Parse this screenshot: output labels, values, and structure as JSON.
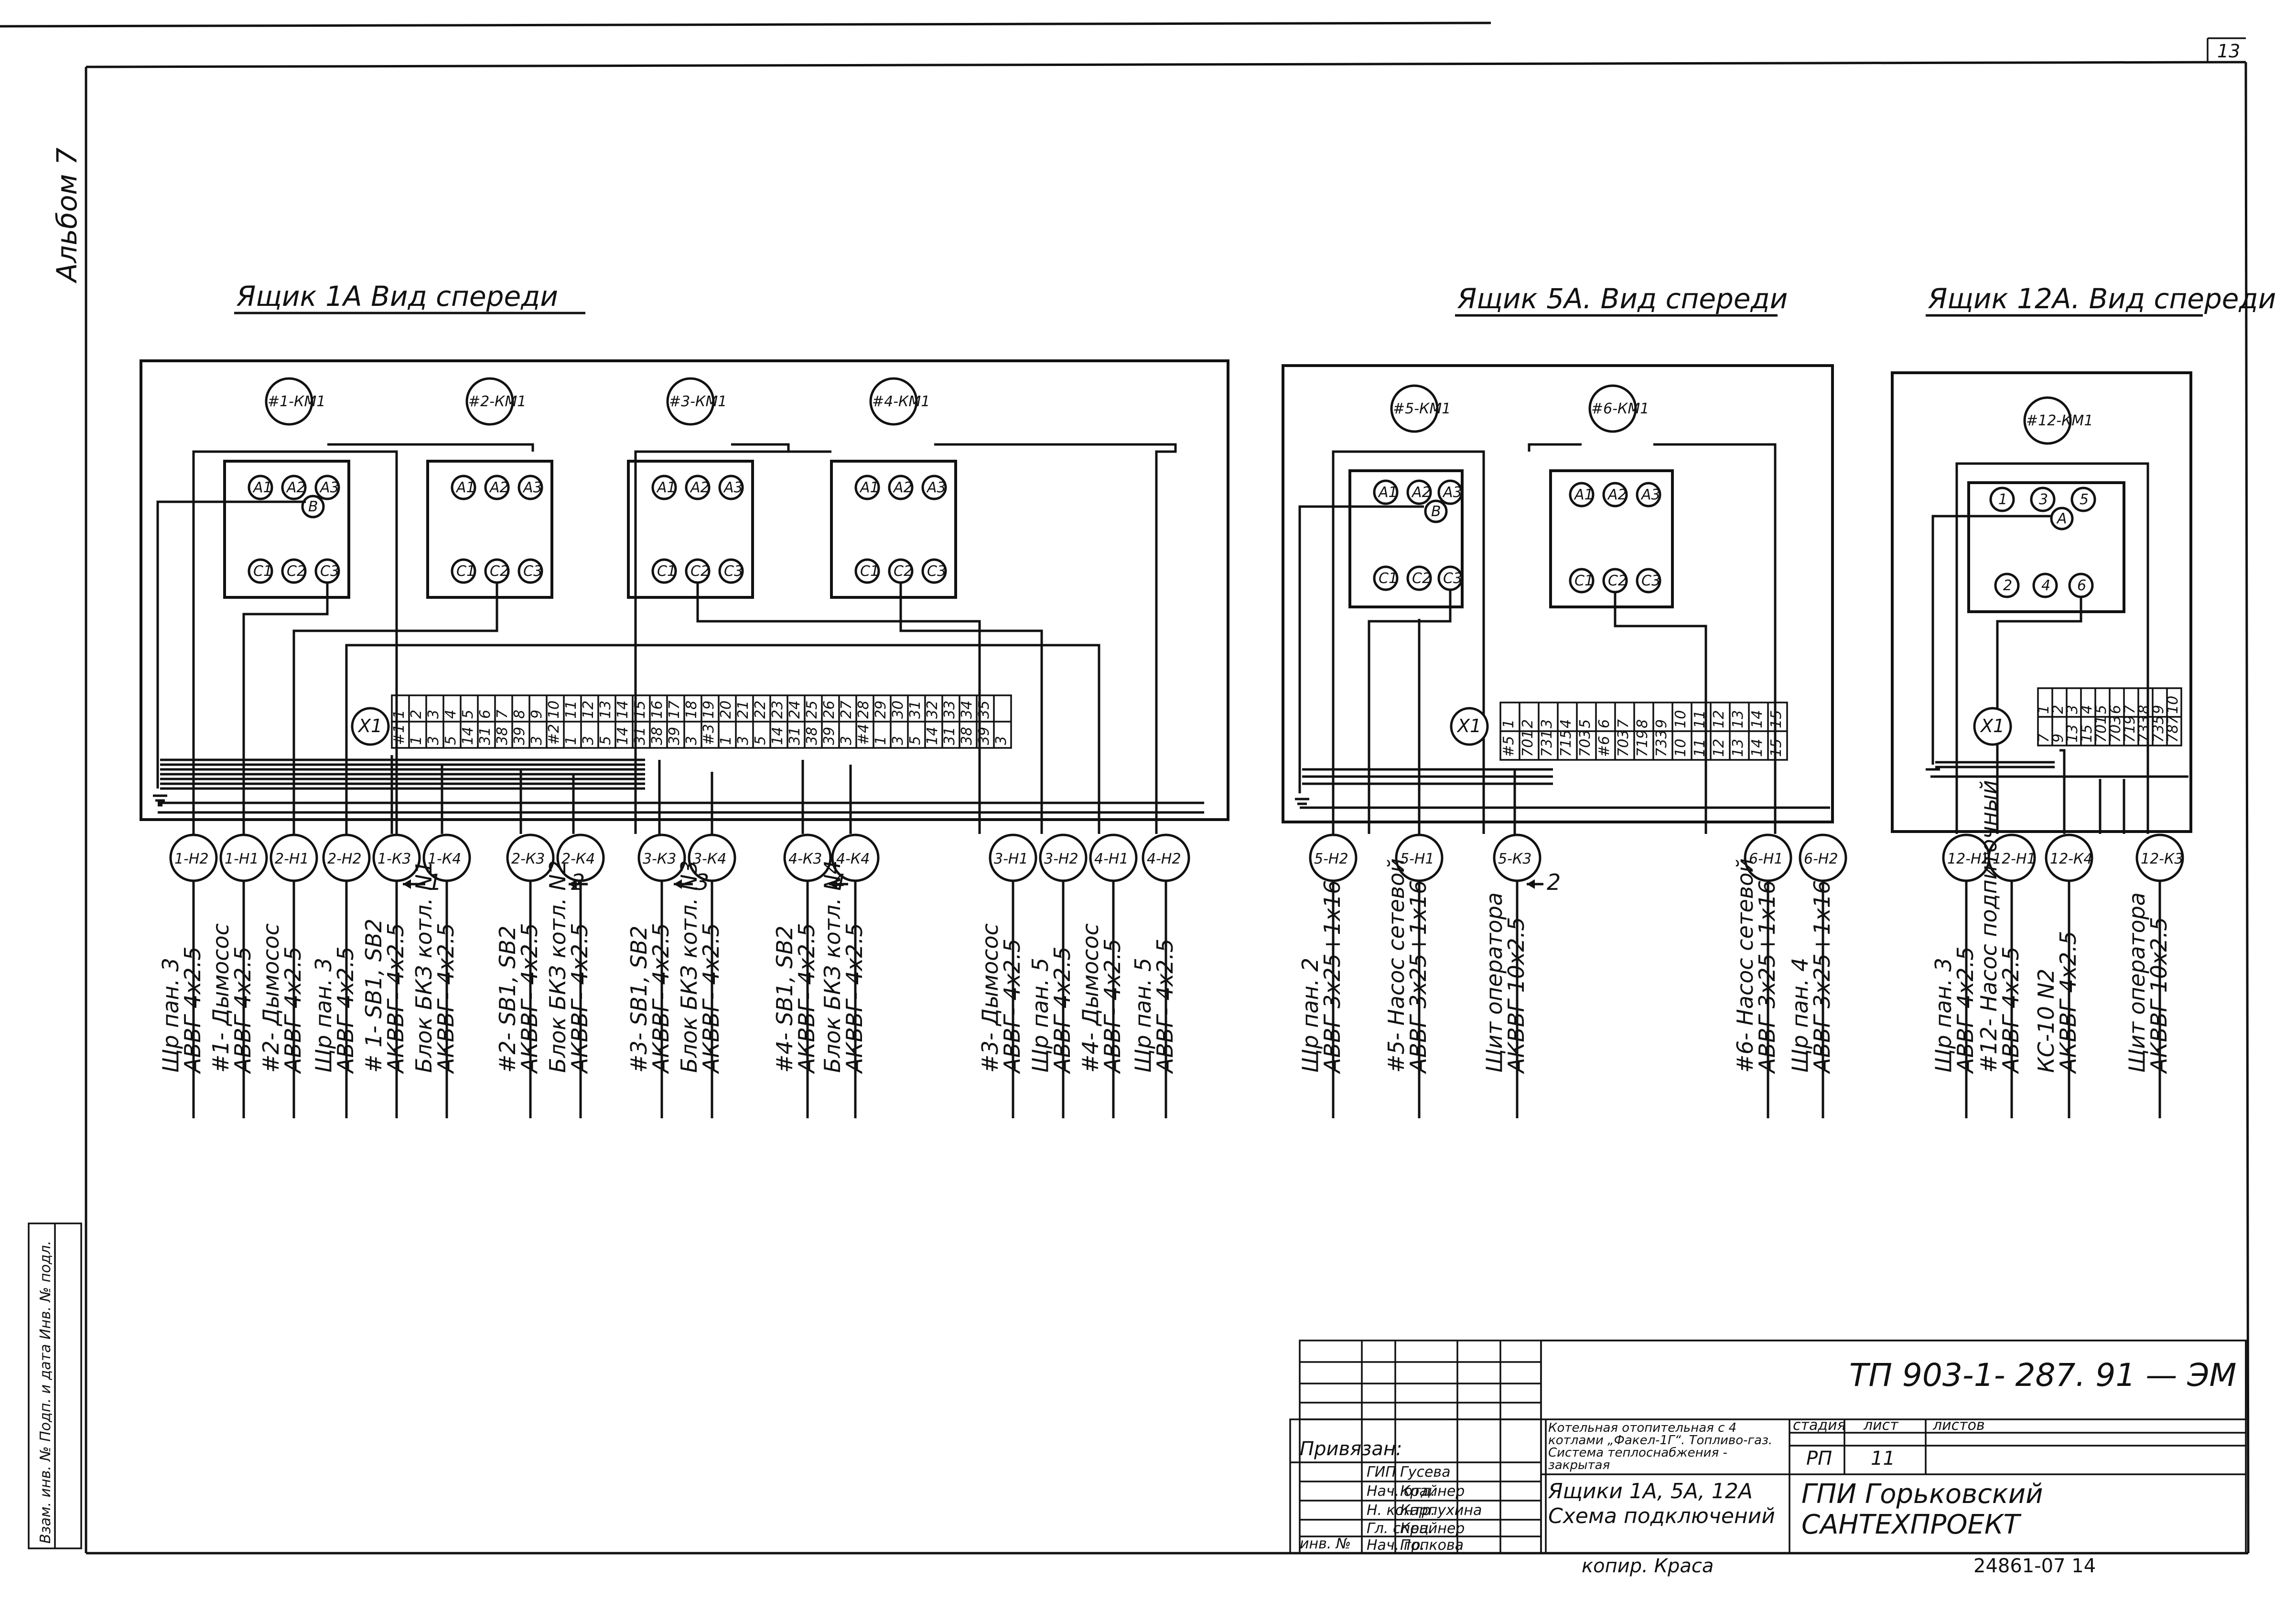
{
  "album_label": "Альбом 7",
  "sheet_corner_number": "13",
  "panels": [
    {
      "id": "1a",
      "title": "Ящик 1А   Вид спереди",
      "contactors": [
        "#1-КМ1",
        "#2-КМ1",
        "#3-КМ1",
        "#4-КМ1"
      ],
      "contactor_top_terminals": [
        "А1",
        "А2",
        "А3"
      ],
      "contactor_bottom_terminals": [
        "С1",
        "С2",
        "С3"
      ],
      "contactor_b_terminal": "В",
      "terminal_block_label": "X1",
      "terminal_block_top": [
        "1",
        "2",
        "3",
        "4",
        "5",
        "6",
        "7",
        "8",
        "9",
        "10",
        "11",
        "12",
        "13",
        "14",
        "15",
        "16",
        "17",
        "18",
        "19",
        "20",
        "21",
        "22",
        "23",
        "24",
        "25",
        "26",
        "27",
        "28",
        "29",
        "30",
        "31",
        "32",
        "33",
        "34",
        "35"
      ],
      "terminal_block_bottom": [
        "#1",
        "1",
        "3",
        "5",
        "14",
        "31",
        "38",
        "39",
        "3",
        "#2",
        "1",
        "3",
        "5",
        "14",
        "31",
        "38",
        "39",
        "3",
        "#3",
        "1",
        "3",
        "5",
        "14",
        "31",
        "38",
        "39",
        "3",
        "#4",
        "1",
        "3",
        "5",
        "14",
        "31",
        "38",
        "39",
        "3"
      ],
      "outputs": [
        {
          "tag": "1-Н2",
          "cable": "Щр пан. 3  АВВГ 4х2.5"
        },
        {
          "tag": "1-Н1",
          "cable": "#1- Дымосос  АВВГ 4х2.5"
        },
        {
          "tag": "2-Н1",
          "cable": "#2- Дымосос  АВВГ 4х2.5"
        },
        {
          "tag": "2-Н2",
          "cable": "Щр пан. 3  АВВГ 4х2.5"
        },
        {
          "tag": "1-К3",
          "cable": "# 1- SB1, SB2  АКВВГ- 4х2.5"
        },
        {
          "tag": "1-К4",
          "cable": "Блок БКЗ котл. N1  АКВВГ- 4х2.5"
        },
        {
          "tag": "2-К3",
          "cable": "#2- SB1, SB2  АКВВГ- 4х2.5"
        },
        {
          "tag": "2-К4",
          "cable": "Блок БКЗ котл. N2  АКВВГ- 4х2.5"
        },
        {
          "tag": "3-К3",
          "cable": "#3- SB1, SB2  АКВВГ- 4х2.5"
        },
        {
          "tag": "3-К4",
          "cable": "Блок БКЗ котл. N3  АКВВГ- 4х2.5"
        },
        {
          "tag": "4-К3",
          "cable": "#4- SB1, SB2  АКВВГ- 4х2.5"
        },
        {
          "tag": "4-К4",
          "cable": "Блок БКЗ котл. N4  АКВВГ- 4х2.5"
        },
        {
          "tag": "3-Н1",
          "cable": "#3- Дымосос  АВВГ- 4х2.5"
        },
        {
          "tag": "3-Н2",
          "cable": "Щр пан. 5  АВВГ 4х2.5"
        },
        {
          "tag": "4-Н1",
          "cable": "#4- Дымосос  АВВГ- 4х2.5"
        },
        {
          "tag": "4-Н2",
          "cable": "Щр пан. 5  АВВГ- 4х2.5"
        }
      ]
    },
    {
      "id": "5a",
      "title": "Ящик 5А.  Вид спереди",
      "contactors": [
        "#5-КМ1",
        "#6-КМ1"
      ],
      "terminal_block_label": "X1",
      "terminal_block_top": [
        "1",
        "2",
        "3",
        "4",
        "5",
        "6",
        "7",
        "8",
        "9",
        "10",
        "11",
        "12",
        "13",
        "14",
        "15"
      ],
      "terminal_block_bottom": [
        "#5",
        "701",
        "731",
        "715",
        "703",
        "#6",
        "703",
        "719",
        "733",
        "10",
        "11",
        "12",
        "13",
        "14",
        "15"
      ],
      "outputs": [
        {
          "tag": "5-Н2",
          "cable": "Щр пан. 2  АВВГ 3х25+1х16"
        },
        {
          "tag": "5-Н1",
          "cable": "#5- Насос сетевой  АВВГ 3х25+1х16"
        },
        {
          "tag": "5-К3",
          "cable": "Щит оператора  АКВВГ 10х2.5"
        },
        {
          "tag": "6-Н1",
          "cable": "#6- Насос сетевой  АВВГ 3х25+1х16"
        },
        {
          "tag": "6-Н2",
          "cable": "Щр пан. 4  АВВГ 3х25+1х16"
        }
      ],
      "arrow_note": "2"
    },
    {
      "id": "12a",
      "title": "Ящик 12А.  Вид спереди",
      "contactors": [
        "#12-КМ1"
      ],
      "contactor_top_terminals": [
        "1",
        "3",
        "5"
      ],
      "contactor_bottom_terminals": [
        "2",
        "4",
        "6"
      ],
      "contactor_b_terminal": "А",
      "terminal_block_label": "X1",
      "terminal_block_top": [
        "1",
        "2",
        "3",
        "4",
        "5",
        "6",
        "7",
        "8",
        "9",
        "10"
      ],
      "terminal_block_bottom": [
        "7",
        "9",
        "13",
        "15",
        "701",
        "703",
        "719",
        "733",
        "735",
        "787"
      ],
      "outputs": [
        {
          "tag": "12-Н2",
          "cable": "Щр пан. 3  АВВГ 4х2.5"
        },
        {
          "tag": "12-Н1",
          "cable": "#12- Насос подпиточный  АВВГ 4х2.5"
        },
        {
          "tag": "12-К4",
          "cable": "КС-10 N2  АКВВГ 4х2.5"
        },
        {
          "tag": "12-К3",
          "cable": "Щит оператора  АКВВГ 10х2.5"
        }
      ]
    }
  ],
  "arrows_1a": [
    "1",
    "2",
    "3",
    "4"
  ],
  "title_block": {
    "doc_code": "ТП 903-1- 287. 91  —  ЭМ",
    "description": "Котельная отопительная с 4 котлами „Факел-1Г“. Топливо-газ. Система теплоснабжения - закрытая",
    "sheet_title": "Ящики 1А, 5А, 12А  Схема подключений",
    "stage_header": "стадия",
    "sheet_header": "лист",
    "sheets_header": "листов",
    "stage": "РП",
    "sheet": "11",
    "sheets": "",
    "organization": "ГПИ Горьковский САНТЕХПРОЕКТ",
    "binding_label": "Привязан:",
    "inv_label": "инв. №",
    "signatures": [
      {
        "role": "ГИП",
        "name": "Гусева"
      },
      {
        "role": "Нач. отд.",
        "name": "Крайнер"
      },
      {
        "role": "Н. контр.",
        "name": "Карпухина"
      },
      {
        "role": "Гл. спец.",
        "name": "Крайнер"
      },
      {
        "role": "Нач. гр.",
        "name": "Попкова"
      }
    ],
    "copied": "копир. Краса",
    "archive_number": "24861-07  14",
    "side_stamp": "Взам. инв. №   Подп. и дата   Инв. № подл."
  }
}
